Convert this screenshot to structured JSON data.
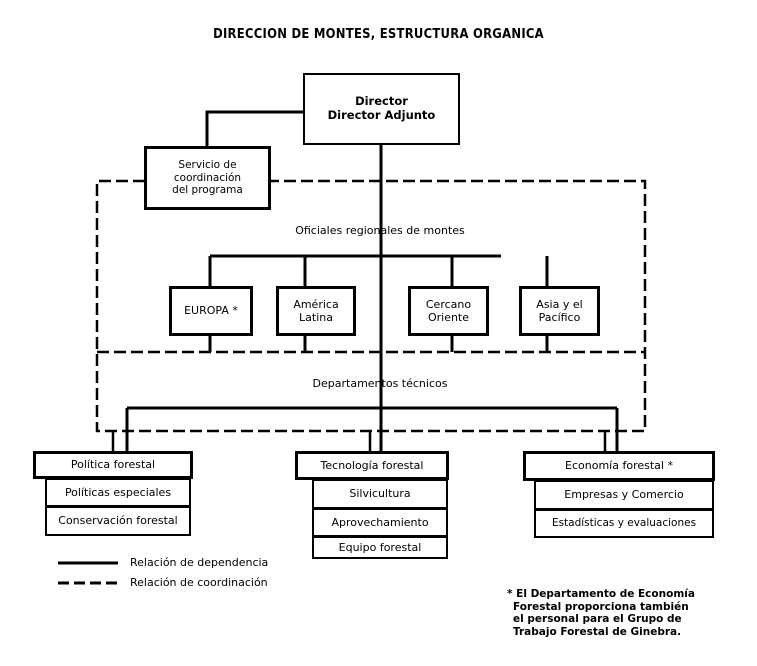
{
  "title": "DIRECCION DE MONTES, ESTRUCTURA ORGANICA",
  "director": {
    "line1": "Director",
    "line2": "Director Adjunto"
  },
  "coordination_service": {
    "line1": "Servicio de",
    "line2": "coordinación",
    "line3": "del programa"
  },
  "regional": {
    "heading": "Oficiales regionales de montes",
    "offices": [
      {
        "line1": "EUROPA *",
        "line2": ""
      },
      {
        "line1": "América",
        "line2": "Latina"
      },
      {
        "line1": "Cercano",
        "line2": "Oriente"
      },
      {
        "line1": "Asia y el",
        "line2": "Pacífico"
      }
    ]
  },
  "technical": {
    "heading": "Departamentos técnicos",
    "departments": [
      {
        "name": "Política forestal",
        "units": [
          "Políticas especiales",
          "Conservación forestal"
        ]
      },
      {
        "name": "Tecnología forestal",
        "units": [
          "Silvicultura",
          "Aprovechamiento",
          "Equipo forestal"
        ]
      },
      {
        "name": "Economía forestal *",
        "units": [
          "Empresas y Comercio",
          "Estadísticas y evaluaciones"
        ]
      }
    ]
  },
  "legend": {
    "solid": "Relación de dependencia",
    "dashed": "Relación de coordinación"
  },
  "footnote": {
    "line1": "* El Departamento de Economía",
    "line2": "Forestal proporciona también",
    "line3": "el personal para el Grupo de",
    "line4": "Trabajo Forestal de Ginebra."
  }
}
